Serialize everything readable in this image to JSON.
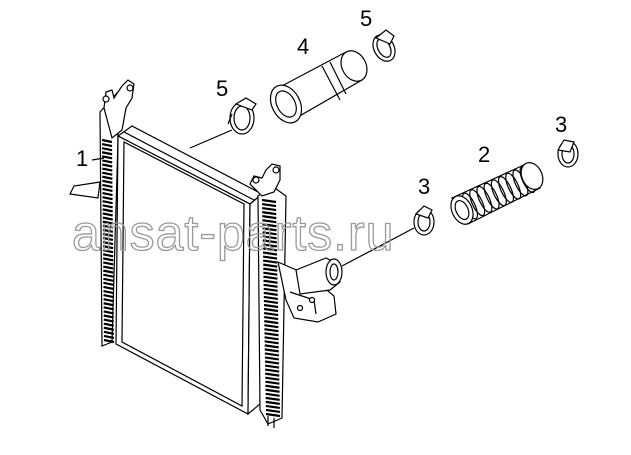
{
  "diagram": {
    "callouts": {
      "c1": "1",
      "c2": "2",
      "c3a": "3",
      "c3b": "3",
      "c4": "4",
      "c5a": "5",
      "c5b": "5"
    },
    "watermark": "ansat-parts.ru",
    "parts": [
      {
        "callout": "1",
        "icon": "intercooler-core-icon"
      },
      {
        "callout": "2",
        "icon": "corrugated-hose-icon"
      },
      {
        "callout": "3",
        "icon": "hose-clamp-icon"
      },
      {
        "callout": "4",
        "icon": "straight-hose-icon"
      },
      {
        "callout": "5",
        "icon": "hose-clamp-icon"
      }
    ]
  }
}
